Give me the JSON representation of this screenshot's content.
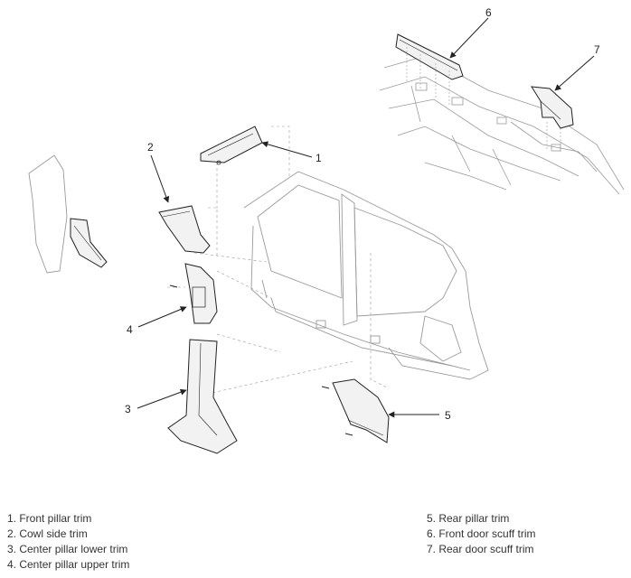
{
  "callouts": [
    "1",
    "2",
    "3",
    "4",
    "5",
    "6",
    "7"
  ],
  "legend": {
    "left": [
      "1. Front pillar trim",
      "2. Cowl side trim",
      "3. Center pillar lower trim",
      "4. Center pillar upper trim"
    ],
    "right": [
      "5. Rear pillar trim",
      "6. Front door scuff trim",
      "7. Rear door scuff trim"
    ]
  },
  "colors": {
    "line": "#222222",
    "ghost": "#9a9a9a",
    "fill": "#f2f2f2"
  }
}
